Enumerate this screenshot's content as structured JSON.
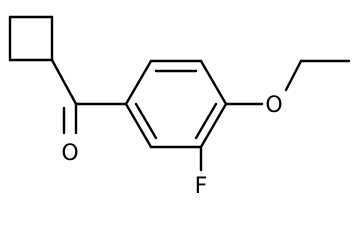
{
  "molecule": {
    "atoms": {
      "carbonyl_oxygen": "O",
      "ether_oxygen": "O",
      "fluorine": "F"
    }
  }
}
